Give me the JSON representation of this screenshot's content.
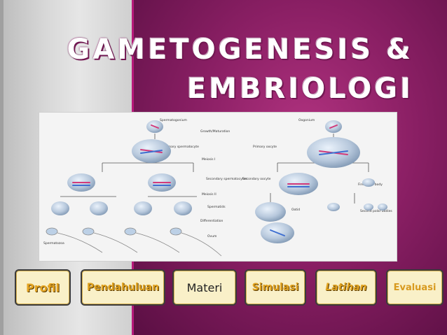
{
  "title": {
    "line1": "GAMETOGENESIS &",
    "line2": "EMBRIOLOGI"
  },
  "diagram": {
    "labels": {
      "spermatogonium": "Spermatogonium",
      "oogonium": "Oogonium",
      "growth": "Growth/Maturation",
      "primary_spermatocyte": "Primary spermatocyte",
      "primary_oocyte": "Primary oocyte",
      "meiosis1": "Meiosis I",
      "secondary_spermatocytes": "Secondary spermatocytes",
      "secondary_oocyte": "Secondary oocyte",
      "first_polar_body": "First polar body",
      "meiosis2": "Meiosis II",
      "spermatids": "Spermatids",
      "ootid": "Ootid",
      "second_polar_bodies": "Second polar bodies",
      "differentiation": "Differentiation",
      "ovum": "Ovum",
      "spermatozoa": "Spermatozoa"
    }
  },
  "nav": {
    "profil": "Profil",
    "pendahuluan": "Pendahuluan",
    "materi": "Materi",
    "simulasi": "Simulasi",
    "latihan": "Latihan",
    "evaluasi": "Evaluasi"
  },
  "colors": {
    "accent": "#b71b7a",
    "nav_text": "#e0a21f",
    "nav_bg": "#f9f0c8"
  }
}
